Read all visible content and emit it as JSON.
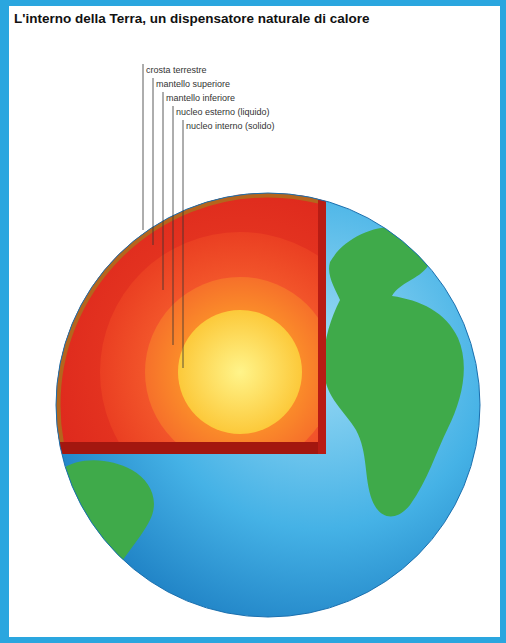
{
  "diagram": {
    "title": "L'interno della Terra, un dispensatore naturale di calore",
    "labels": [
      "crosta terrestre",
      "mantello superiore",
      "mantello inferiore",
      "nucleo esterno (liquido)",
      "nucleo interno (solido)"
    ]
  }
}
